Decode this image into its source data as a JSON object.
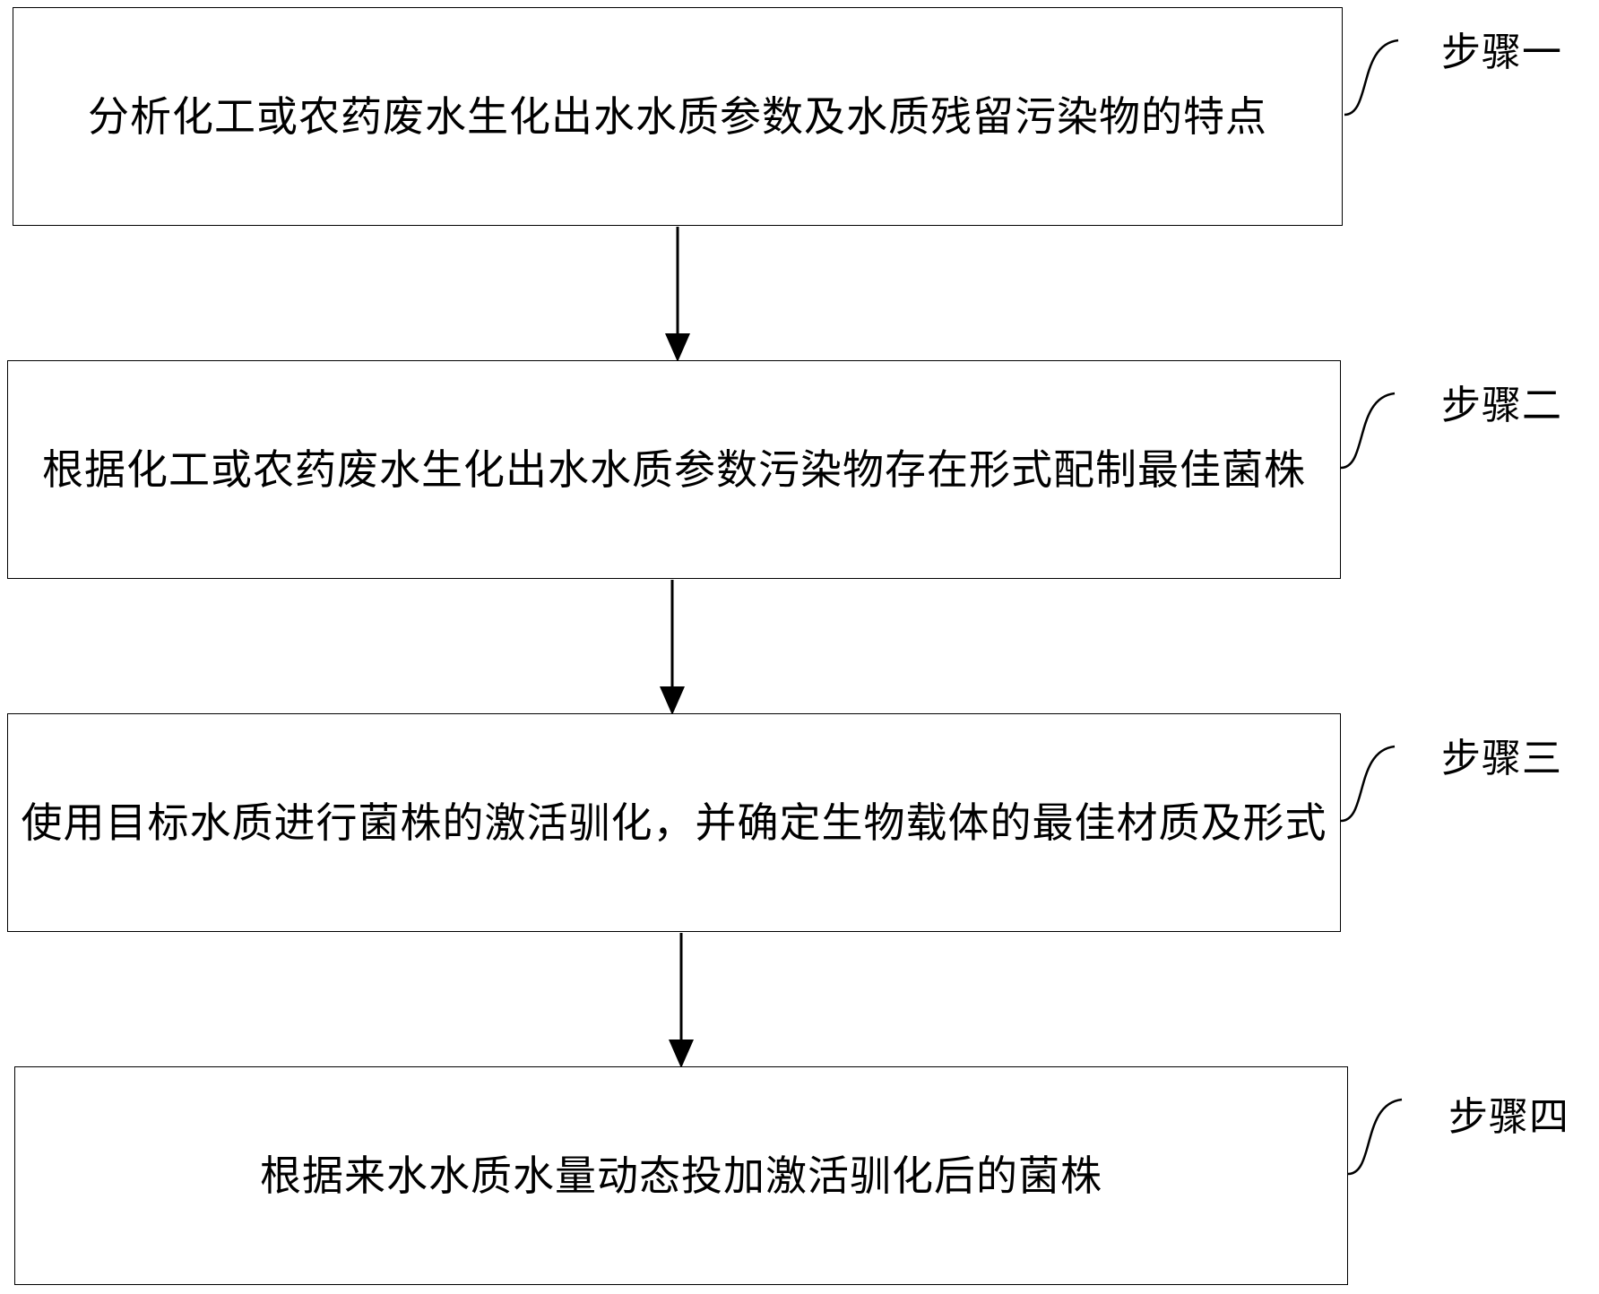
{
  "steps": [
    {
      "label": "步骤一",
      "text": "分析化工或农药废水生化出水水质参数及水质残留污染物的特点"
    },
    {
      "label": "步骤二",
      "text": "根据化工或农药废水生化出水水质参数污染物存在形式配制最佳菌株"
    },
    {
      "label": "步骤三",
      "text": "使用目标水质进行菌株的激活驯化，并确定生物载体的最佳材质及形式"
    },
    {
      "label": "步骤四",
      "text": "根据来水水质水量动态投加激活驯化后的菌株"
    }
  ],
  "colors": {
    "stroke": "#000000",
    "background": "#ffffff"
  }
}
